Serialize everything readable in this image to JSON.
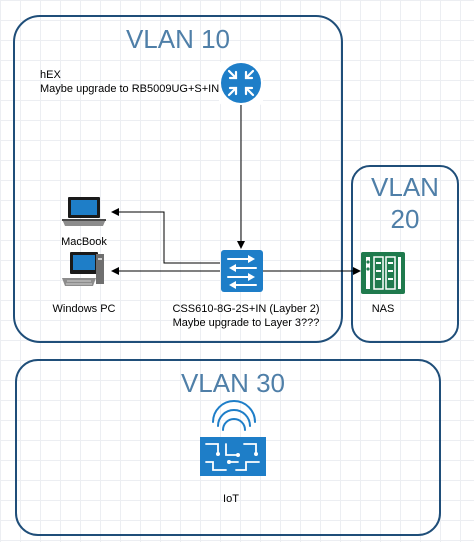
{
  "vlans": {
    "vlan10": {
      "title": "VLAN 10"
    },
    "vlan20": {
      "title_line1": "VLAN",
      "title_line2": "20"
    },
    "vlan30": {
      "title": "VLAN 30"
    }
  },
  "devices": {
    "router": {
      "line1": "hEX",
      "line2": "Maybe upgrade to RB5009UG+S+IN",
      "icon": "router-icon"
    },
    "switch": {
      "line1": "CSS610-8G-2S+IN (Layber 2)",
      "line2": "Maybe upgrade to Layer 3???",
      "icon": "switch-icon"
    },
    "macbook": {
      "label": "MacBook",
      "icon": "laptop-icon"
    },
    "windows_pc": {
      "label": "Windows PC",
      "icon": "desktop-pc-icon"
    },
    "nas": {
      "label": "NAS",
      "icon": "nas-icon"
    },
    "iot": {
      "label": "IoT",
      "icon": "iot-icon"
    }
  },
  "colors": {
    "border": "#1f4e79",
    "vlan_title": "#4f7fa8",
    "device_blue": "#1e7ec8",
    "nas_green": "#1f7a4d"
  }
}
